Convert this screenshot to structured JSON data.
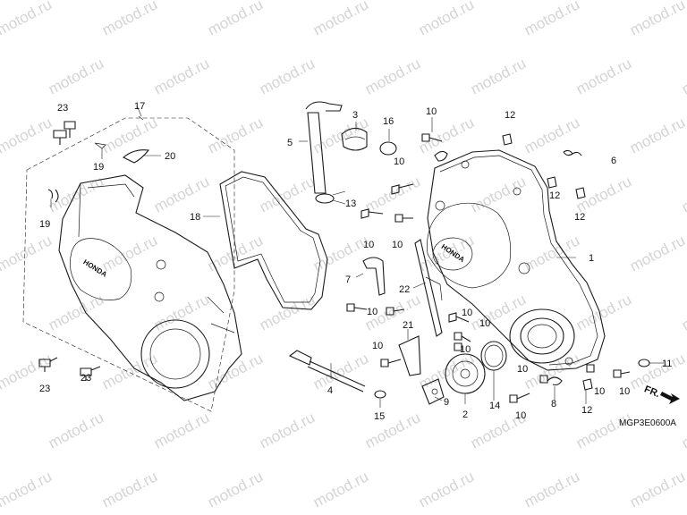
{
  "watermark": "motod.ru",
  "diagram_code": "MGP3E0600A",
  "direction_label": "FR.",
  "brand_text": "HONDA",
  "callouts": {
    "c1": "1",
    "c2": "2",
    "c3": "3",
    "c4": "4",
    "c5": "5",
    "c6": "6",
    "c7": "7",
    "c8": "8",
    "c9": "9",
    "c10a": "10",
    "c10b": "10",
    "c10c": "10",
    "c10d": "10",
    "c10e": "10",
    "c10f": "10",
    "c10g": "10",
    "c10h": "10",
    "c10i": "10",
    "c10j": "10",
    "c10k": "10",
    "c10l": "10",
    "c10m": "10",
    "c11": "11",
    "c12a": "12",
    "c12b": "12",
    "c12c": "12",
    "c12d": "12",
    "c13": "13",
    "c14": "14",
    "c15": "15",
    "c16": "16",
    "c17": "17",
    "c18": "18",
    "c19a": "19",
    "c19b": "19",
    "c20": "20",
    "c21": "21",
    "c22": "22",
    "c23a": "23",
    "c23b": "23",
    "c23c": "23"
  }
}
